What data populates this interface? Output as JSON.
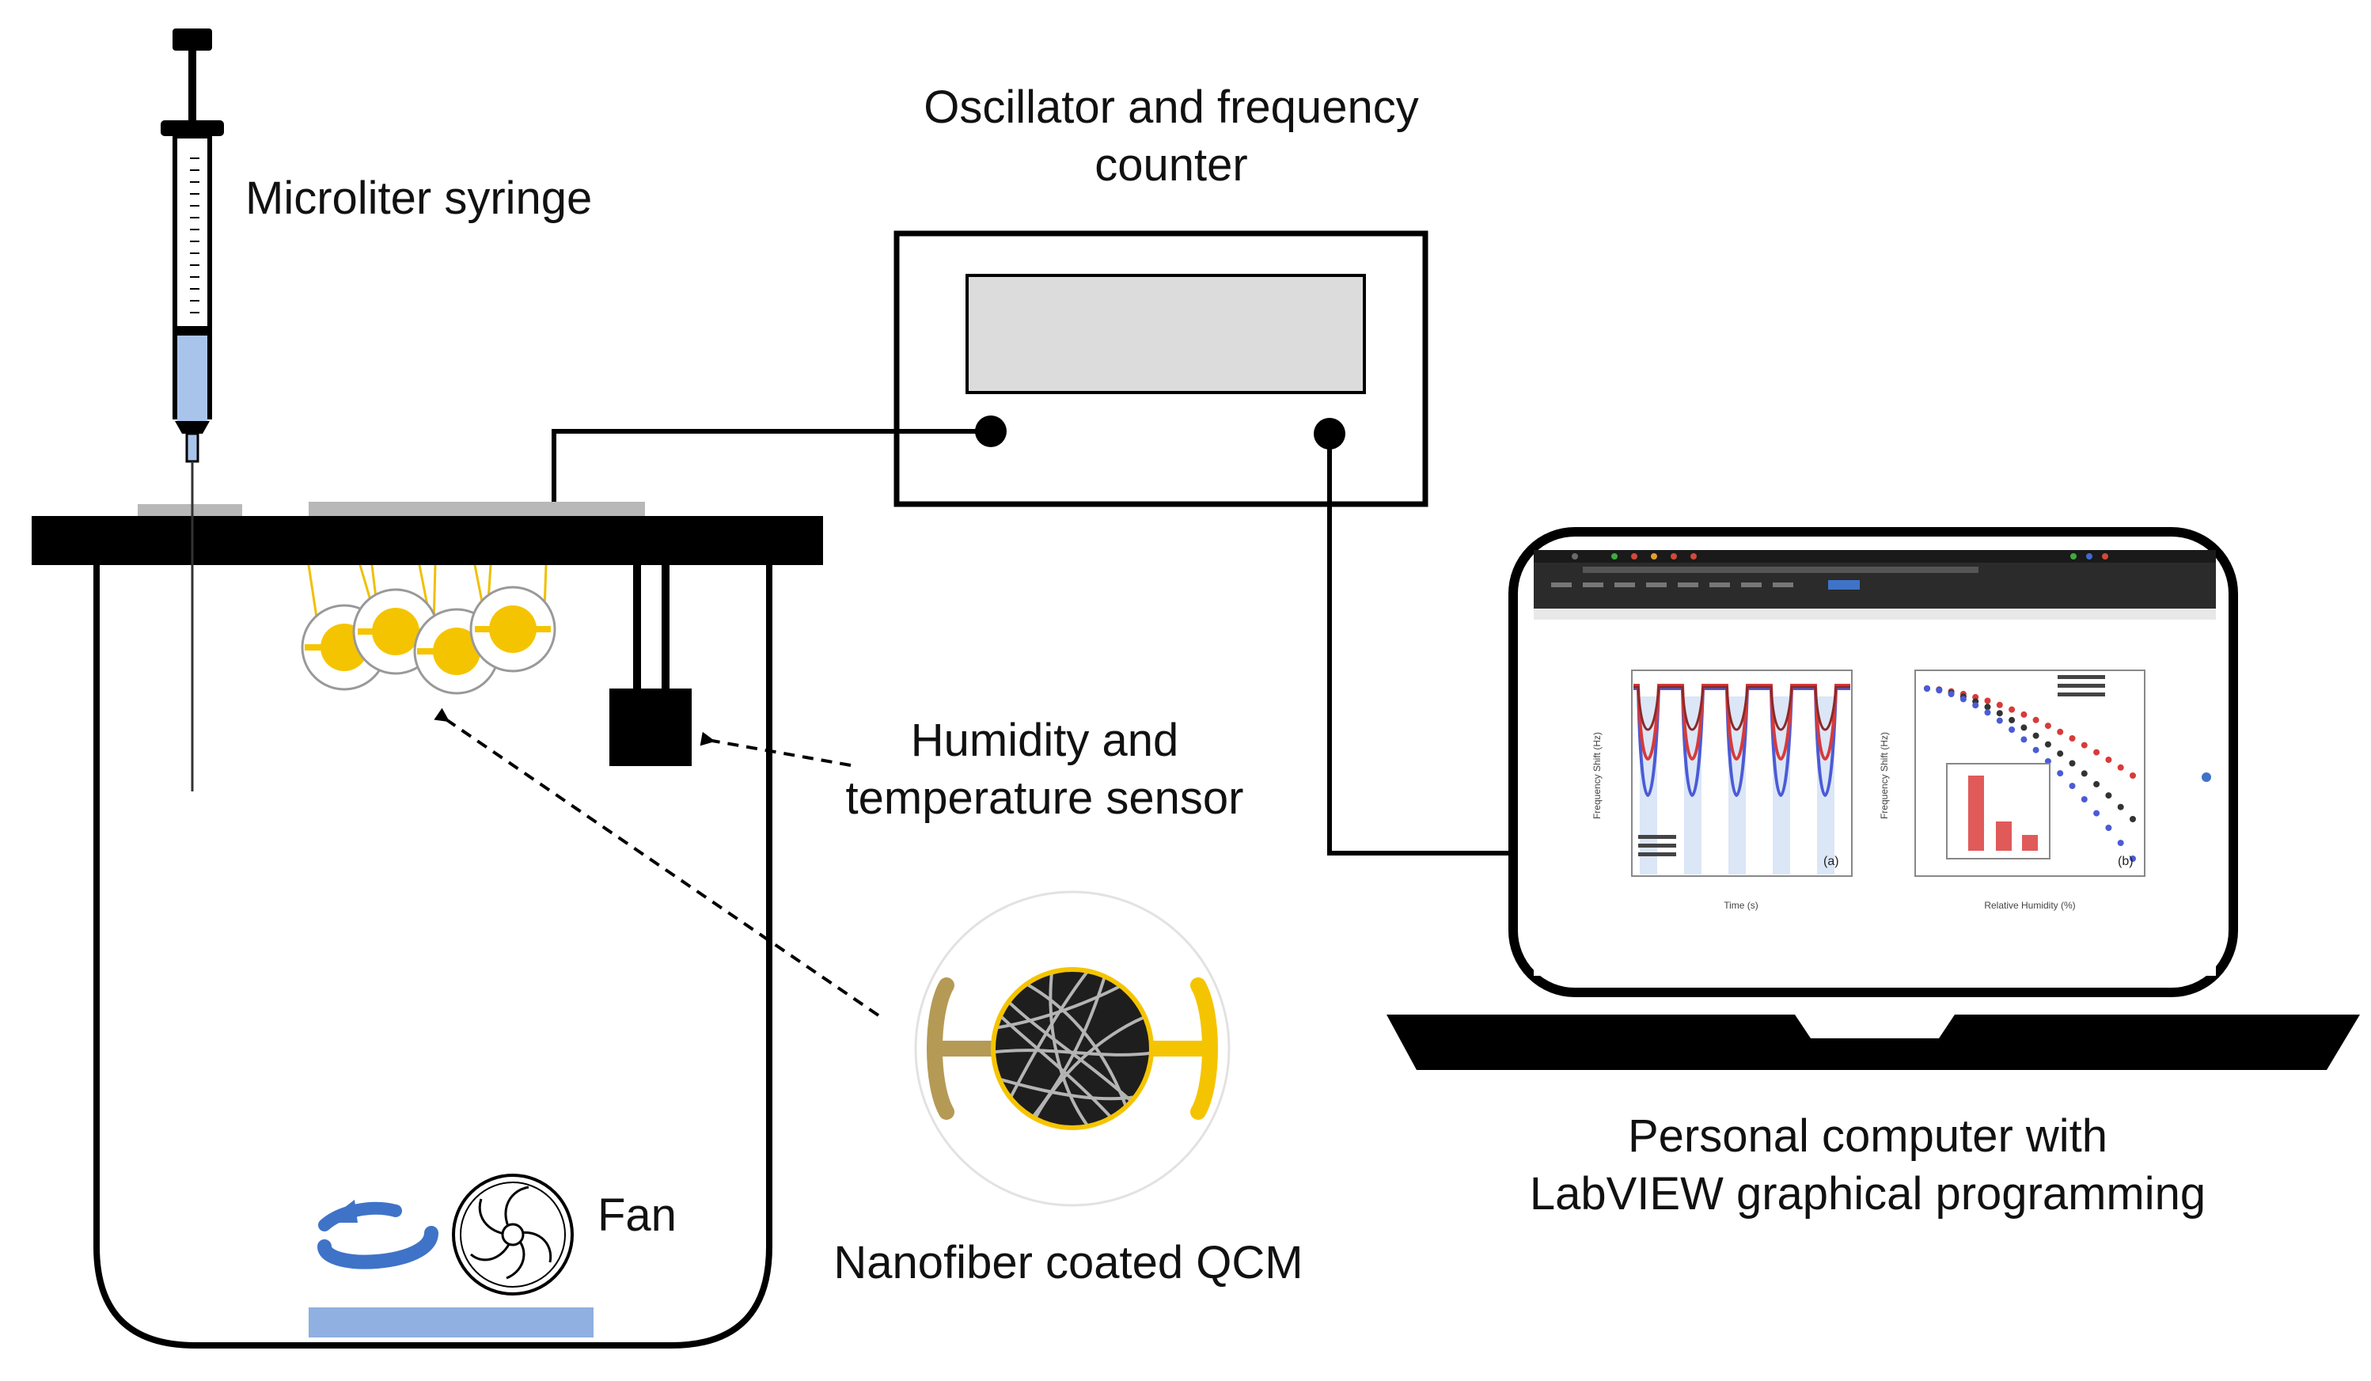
{
  "labels": {
    "syringe": "Microliter syringe",
    "oscillator_line1": "Oscillator and frequency",
    "oscillator_line2": "counter",
    "sensor_line1": "Humidity and",
    "sensor_line2": "temperature sensor",
    "qcm": "Nanofiber coated QCM",
    "fan": "Fan",
    "pc_line1": "Personal computer with",
    "pc_line2": "LabVIEW graphical programming"
  },
  "screen": {
    "panel_a": "(a)",
    "panel_b": "(b)",
    "xlabel_a": "Time (s)",
    "xlabel_b": "Relative Humidity (%)",
    "ylabel": "Frequency Shift (Hz)"
  },
  "colors": {
    "syringe_liquid": "#a9c4ea",
    "qcm_electrode": "#f5c400",
    "qcm_holder": "#f5c400",
    "holder_gold_dark": "#b59a55",
    "lid": "#000000",
    "cover_plate": "#b8b8b8",
    "display": "#dcdcdc",
    "fan_pad": "#8fb0e0",
    "arrow_blue": "#3f73c8",
    "red_series": "#d83a3a",
    "blue_series": "#4b5bd6",
    "black_series": "#333333"
  },
  "icons": {
    "syringe": "syringe-icon",
    "fan": "fan-icon",
    "rotation": "rotation-arrow-icon",
    "sensor": "sensor-block-icon",
    "laptop": "laptop-icon",
    "qcm": "qcm-crystal-icon"
  }
}
